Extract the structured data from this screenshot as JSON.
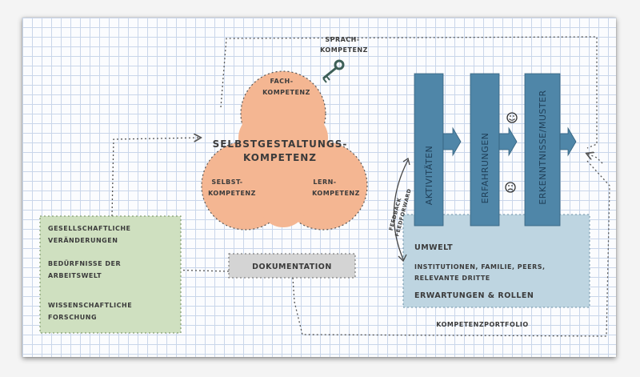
{
  "colors": {
    "competence_fill": "#f4b692",
    "umwelt_fill": "#bed5e1",
    "column_fill": "#4f86a8",
    "left_box_fill": "#cfe0c0",
    "doc_fill": "#d4d4d4"
  },
  "competences": {
    "sprach": [
      "SPRACH-",
      "KOMPETENZ"
    ],
    "fach": [
      "FACH-",
      "KOMPETENZ"
    ],
    "center": [
      "SELBSTGESTALTUNGS-",
      "KOMPETENZ"
    ],
    "selbst": [
      "SELBST-",
      "KOMPETENZ"
    ],
    "lern": [
      "LERN-",
      "KOMPETENZ"
    ]
  },
  "columns": [
    "AKTIVITÄTEN",
    "ERFAHRUNGEN",
    "ERKENNTNISSE/MUSTER"
  ],
  "feedback": [
    "FEEDBACK",
    "FEEDFORWARD"
  ],
  "left_box": {
    "gesellschaft": [
      "GESELLSCHAFTLICHE",
      "VERÄNDERUNGEN"
    ],
    "beduerfnisse": [
      "BEDÜRFNISSE DER",
      "ARBEITSWELT"
    ],
    "forschung": [
      "WISSENSCHAFTLICHE",
      "FORSCHUNG"
    ]
  },
  "documentation": "DOKUMENTATION",
  "umwelt": {
    "title": "UMWELT",
    "institutions": [
      "INSTITUTIONEN, FAMILIE, PEERS,",
      "RELEVANTE DRITTE"
    ],
    "expectations": "ERWARTUNGEN & ROLLEN"
  },
  "portfolio": "KOMPETENZPORTFOLIO"
}
